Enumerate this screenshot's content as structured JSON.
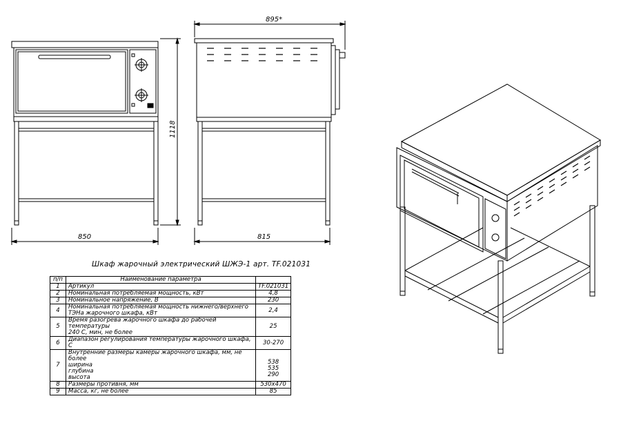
{
  "dimensions": {
    "overall_length": "895*",
    "height": "1118",
    "front_width": "850",
    "side_depth": "815"
  },
  "spec_table": {
    "caption": "Шкаф жарочный электрический ШЖЭ-1 арт. TF.021031",
    "headers": {
      "num": "п/п",
      "name": "Наименование параметра",
      "value": ""
    },
    "rows": [
      {
        "num": "1",
        "name": "Артикул",
        "value": "TF.021031"
      },
      {
        "num": "2",
        "name": "Номинальная потребляемая мощность, кВт",
        "value": "4,8"
      },
      {
        "num": "3",
        "name": "Номинальное напряжение, В",
        "value": "230"
      },
      {
        "num": "4",
        "name": "Номинальная потребляемая мощность нижнего/верхнего\nТЭНа жарочного шкафа, кВт",
        "value": "2,4"
      },
      {
        "num": "5",
        "name": "Время разогрева жарочного шкафа до рабочей температуры\n240 С, мин, не более",
        "value": "25"
      },
      {
        "num": "6",
        "name": "Диапазон регулирования температуры жарочного шкафа, С",
        "value": "30-270"
      },
      {
        "num": "7",
        "name": "Внутренние размеры камеры жарочного шкафа, мм, не более\nширина\nглубина\nвысота",
        "value": "\n538\n535\n290"
      },
      {
        "num": "8",
        "name": "Размеры противня, мм",
        "value": "530х470"
      },
      {
        "num": "9",
        "name": "Масса, кг, не более",
        "value": "85"
      }
    ]
  }
}
